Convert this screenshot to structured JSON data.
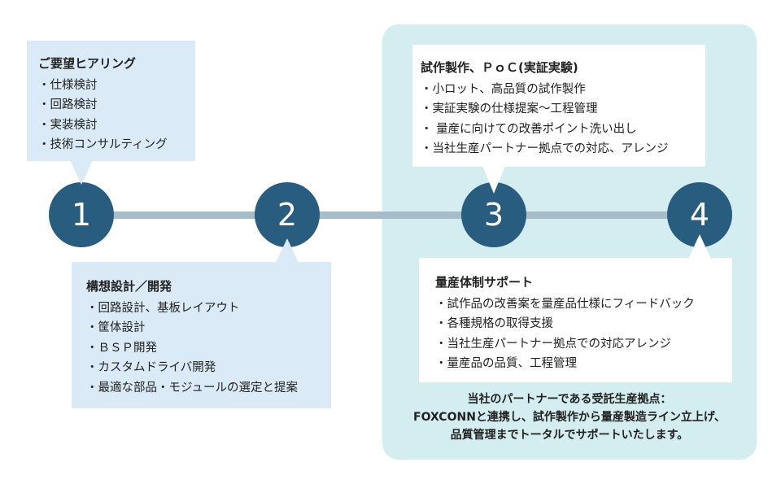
{
  "steps": [
    {
      "number": "1",
      "title": "ご要望ヒアリング",
      "items": [
        "仕様検討",
        "回路検討",
        "実装検討",
        "技術コンサルティング"
      ]
    },
    {
      "number": "2",
      "title": "構想設計／開発",
      "items": [
        "回路設計、基板レイアウト",
        "筐体設計",
        "ＢＳＰ開発",
        "カスタムドライバ開発",
        "最適な部品・モジュールの選定と提案"
      ]
    },
    {
      "number": "3",
      "title": "試作製作、ＰｏＣ(実証実験)",
      "items": [
        "小ロット、高品質の試作製作",
        "実証実験の仕様提案〜工程管理",
        " 量産に向けての改善ポイント洗い出し",
        "当社生産パートナー拠点での対応、アレンジ"
      ]
    },
    {
      "number": "4",
      "title": "量産体制サポート",
      "items": [
        "試作品の改善案を量産品仕様にフィードバック",
        "各種規格の取得支援",
        "当社生産パートナー拠点での対応アレンジ",
        "量産品の品質、工程管理"
      ]
    }
  ],
  "footer_note": {
    "lines": [
      "当社のパートナーである受託生産拠点：",
      "FOXCONNと連携し、試作製作から量産製造ライン立上げ、",
      "品質管理までトータルでサポートいたします。"
    ]
  },
  "colors": {
    "circle": "#285d7f",
    "connector": "#a5bccb",
    "light_card": "#daeaf6",
    "teal_panel": "#d4edf0",
    "white_card": "#ffffff"
  }
}
